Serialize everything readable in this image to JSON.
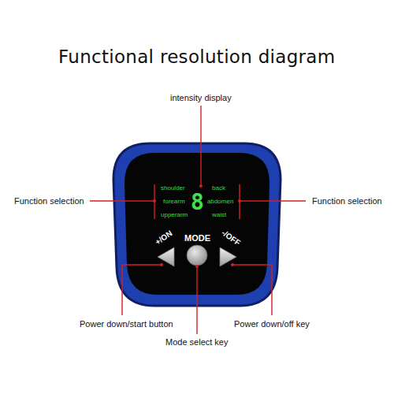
{
  "diagram": {
    "title": "Functional resolution diagram",
    "labels": [
      "intensity display",
      "Function selection",
      "Function selection",
      "shoulder",
      "forearm",
      "upperarm",
      "8",
      "back",
      "abdomen",
      "waist",
      "+/ON",
      "MODE",
      "-/OFF",
      "Power down/start button",
      "Mode select key",
      "Power down/off key"
    ]
  }
}
